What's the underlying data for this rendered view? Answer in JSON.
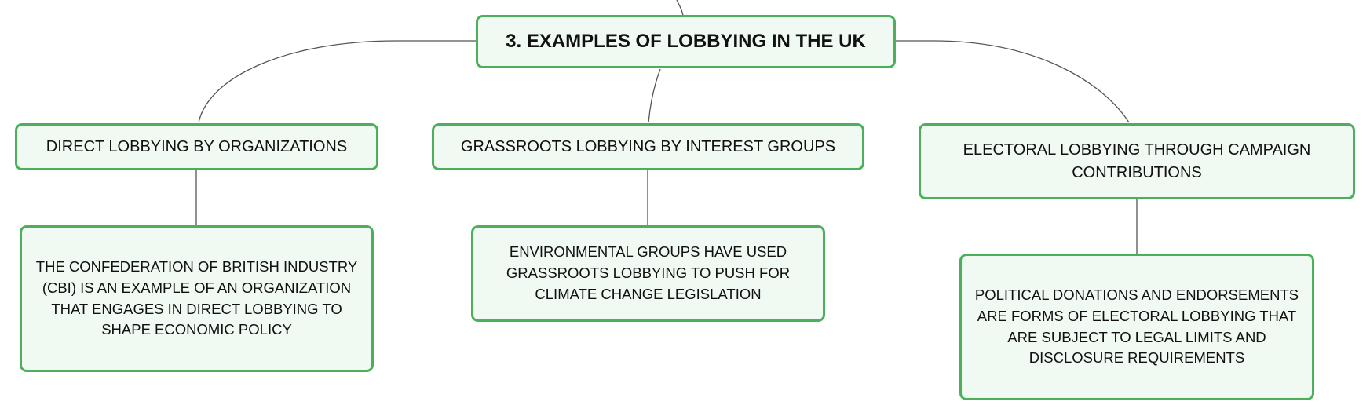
{
  "theme": {
    "node_border": "#4caf5b",
    "node_fill": "#f1f9f3",
    "connector": "#555555",
    "text": "#111111"
  },
  "root": {
    "label": "3. EXAMPLES OF LOBBYING IN THE UK"
  },
  "branches": [
    {
      "label": "DIRECT LOBBYING BY ORGANIZATIONS",
      "detail": "THE CONFEDERATION OF BRITISH INDUSTRY (CBI) IS AN EXAMPLE OF AN ORGANIZATION THAT ENGAGES IN DIRECT LOBBYING TO SHAPE ECONOMIC POLICY"
    },
    {
      "label": "GRASSROOTS LOBBYING BY INTEREST GROUPS",
      "detail": "ENVIRONMENTAL GROUPS HAVE USED GRASSROOTS LOBBYING TO PUSH FOR CLIMATE CHANGE LEGISLATION"
    },
    {
      "label": "ELECTORAL LOBBYING THROUGH CAMPAIGN CONTRIBUTIONS",
      "detail": "POLITICAL DONATIONS AND ENDORSEMENTS ARE FORMS OF ELECTORAL LOBBYING THAT ARE SUBJECT TO LEGAL LIMITS AND DISCLOSURE REQUIREMENTS"
    }
  ]
}
